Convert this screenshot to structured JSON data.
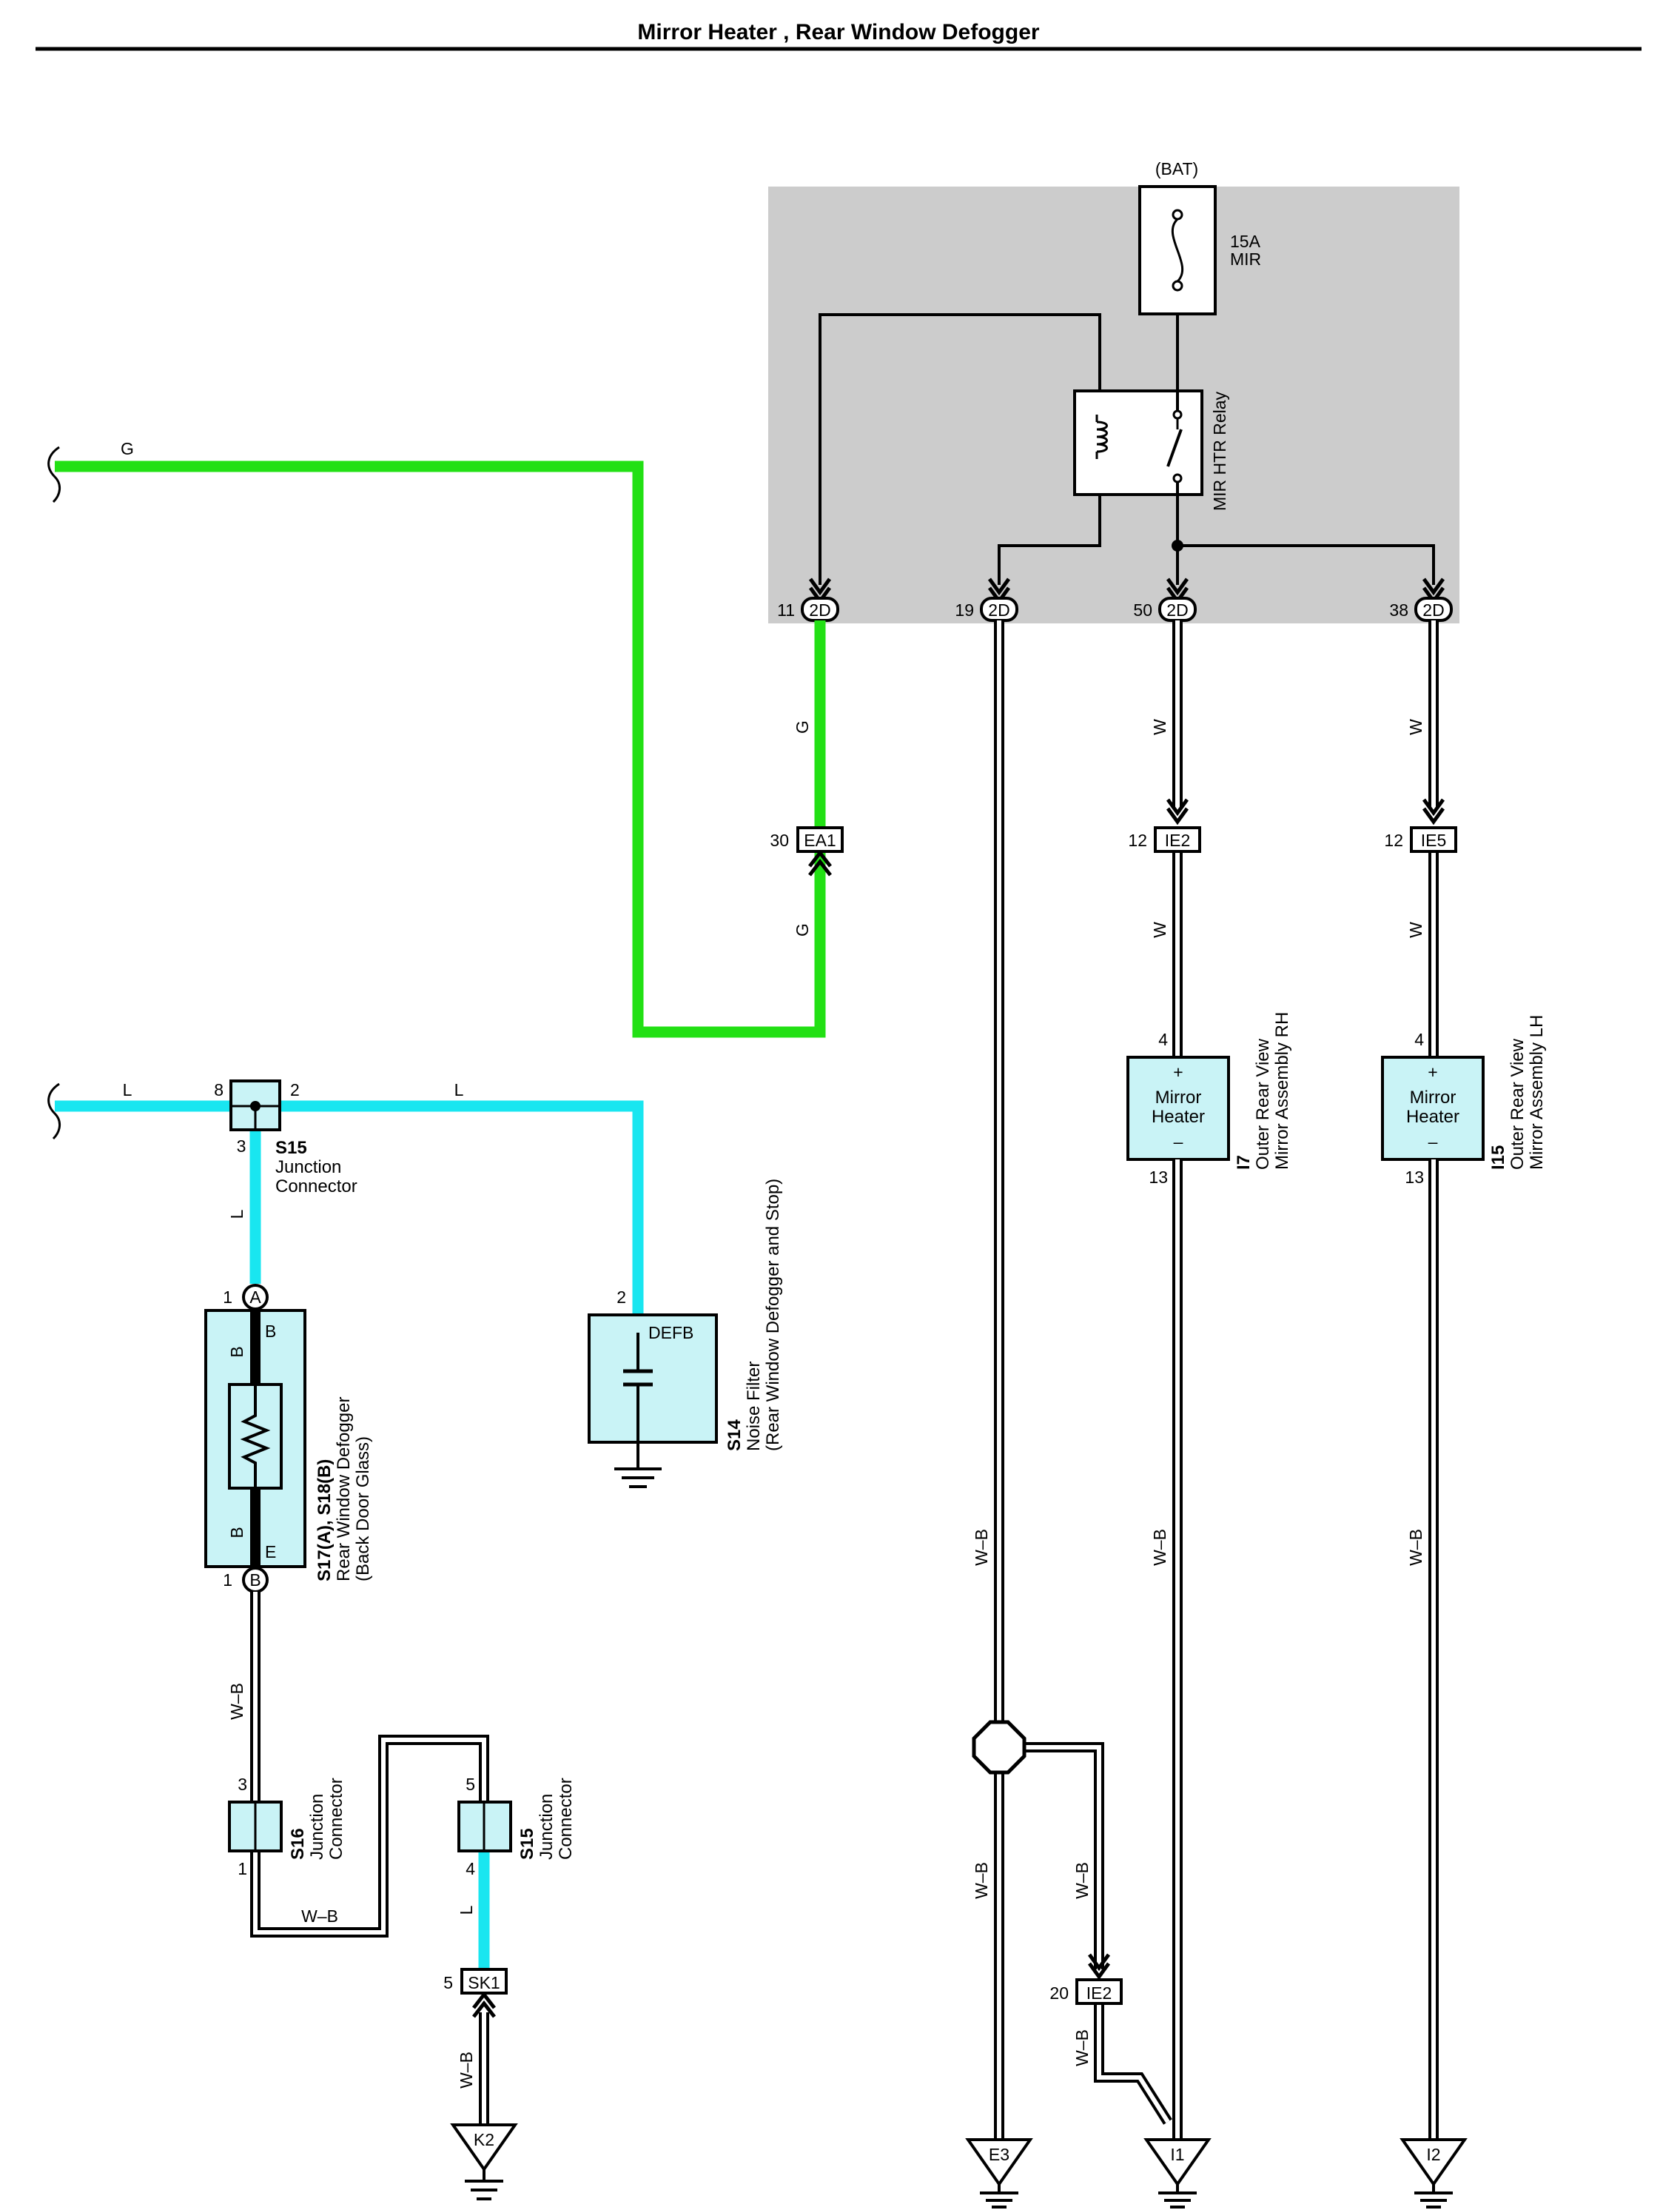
{
  "title": "Mirror Heater , Rear Window Defogger",
  "colors": {
    "green": "#22e014",
    "cyan": "#19e6f0",
    "relay_box": "#cccccc",
    "component_fill": "#c9f3f6"
  },
  "relay_box": {
    "bat_label": "(BAT)",
    "fuse_rating": "15A",
    "fuse_name": "MIR",
    "relay_name": "MIR HTR Relay",
    "pins": [
      {
        "pin": "11",
        "connector": "2D"
      },
      {
        "pin": "19",
        "connector": "2D"
      },
      {
        "pin": "50",
        "connector": "2D"
      },
      {
        "pin": "38",
        "connector": "2D"
      }
    ]
  },
  "wires": {
    "green_top": "G",
    "green_mid": "G",
    "green_low": "G",
    "blue_left": "L",
    "blue_right": "L",
    "blue_down": "L",
    "blue_low": "L",
    "w_50_upper": "W",
    "w_50_lower": "W",
    "w_38_upper": "W",
    "w_38_lower": "W",
    "wb_19": "W–B",
    "wb_i1": "W–B",
    "wb_i2": "W–B",
    "wb_s17": "W–B",
    "wb_s16": "W–B",
    "wb_splice_bottom": "W–B",
    "wb_branch_upper": "W–B",
    "wb_branch_lower": "W–B",
    "wb_k2": "W–B"
  },
  "connectors": {
    "ea1": {
      "pin": "30",
      "name": "EA1"
    },
    "ie2_top": {
      "pin": "12",
      "name": "IE2"
    },
    "ie5": {
      "pin": "12",
      "name": "IE5"
    },
    "ie2_bottom": {
      "pin": "20",
      "name": "IE2"
    },
    "sk1": {
      "pin": "5",
      "name": "SK1"
    }
  },
  "components": {
    "s15_top": {
      "code": "S15",
      "desc1": "Junction",
      "desc2": "Connector",
      "pin_left": "8",
      "pin_right": "2",
      "pin_bottom": "3"
    },
    "s17": {
      "code": "S17(A), S18(B)",
      "desc1": "Rear Window Defogger",
      "desc2": "(Back Door Glass)",
      "pin_top": "1",
      "tag_top": "A",
      "pin_bottom": "1",
      "tag_bottom": "B",
      "side_top": "B",
      "side_bottom": "E",
      "wire_top": "B",
      "wire_bottom": "B"
    },
    "s14": {
      "code": "S14",
      "desc1": "Noise Filter",
      "desc2": "(Rear Window Defogger and Stop)",
      "pin": "2",
      "terminal": "DEFB"
    },
    "i7": {
      "code": "I7",
      "desc1": "Outer Rear View",
      "desc2": "Mirror Assembly RH",
      "line1": "Mirror",
      "line2": "Heater",
      "plus": "+",
      "minus": "–",
      "pin_top": "4",
      "pin_bottom": "13"
    },
    "i15": {
      "code": "I15",
      "desc1": "Outer Rear View",
      "desc2": "Mirror Assembly LH",
      "line1": "Mirror",
      "line2": "Heater",
      "plus": "+",
      "minus": "–",
      "pin_top": "4",
      "pin_bottom": "13"
    },
    "s16": {
      "code": "S16",
      "desc1": "Junction",
      "desc2": "Connector",
      "pin_top": "3",
      "pin_bottom": "1"
    },
    "s15_low": {
      "code": "S15",
      "desc1": "Junction",
      "desc2": "Connector",
      "pin_top": "5",
      "pin_bottom": "4"
    }
  },
  "grounds": [
    "K2",
    "E3",
    "I1",
    "I2"
  ]
}
